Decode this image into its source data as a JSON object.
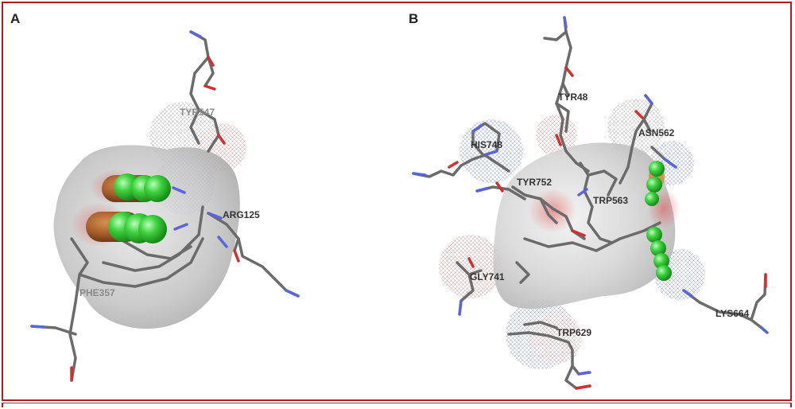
{
  "panels": {
    "a": {
      "label": "A",
      "residues": [
        "TYR547",
        "ARG125",
        "PHE357"
      ]
    },
    "b": {
      "label": "B",
      "residues": [
        "TYR48",
        "ASN562",
        "HIS748",
        "TYR752",
        "TRP563",
        "GLY741",
        "LYS664",
        "TRP629"
      ]
    }
  },
  "colors": {
    "frame": "#b01c20",
    "bond": "#6b6b6b",
    "nitrogen": "#5a66d8",
    "oxygen": "#d03030",
    "ligand_green": "#3fd23f",
    "ligand_brown": "#a35c2a",
    "surface": "#bdbdbd"
  }
}
